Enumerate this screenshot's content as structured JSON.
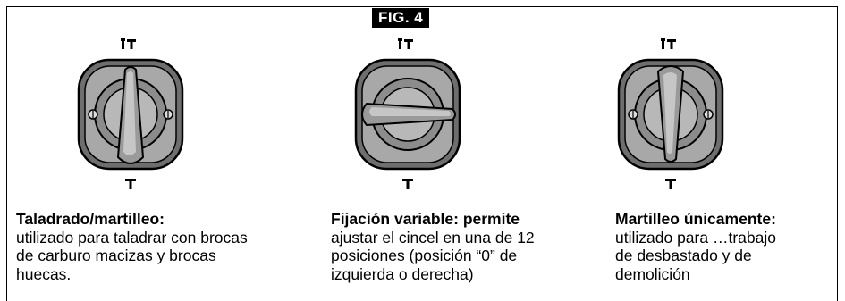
{
  "figure_label": "FIG. 4",
  "panels": [
    {
      "mode": "drill-hammer",
      "knob_orientation": "vertical",
      "title": "Taladrado/martilleo:",
      "body": "utilizado para taladrar con brocas\nde carburo macizas y brocas\nhuecas."
    },
    {
      "mode": "variable-lock",
      "knob_orientation": "horizontal",
      "title": "Fijación variable: permite",
      "body": "ajustar el cincel en una de 12\nposiciones (posición “0” de\nizquierda o derecha)"
    },
    {
      "mode": "hammer-only",
      "knob_orientation": "vertical",
      "title": "Martilleo únicamente:",
      "body": "utilizado para …trabajo\nde desbastado y de\ndemolición"
    }
  ],
  "icons": {
    "top": "drill-hammer-icon",
    "bottom": "hammer-icon"
  },
  "colors": {
    "knob_fill": "#9a9a9a",
    "knob_light": "#d8d8d8",
    "outline": "#000000"
  }
}
